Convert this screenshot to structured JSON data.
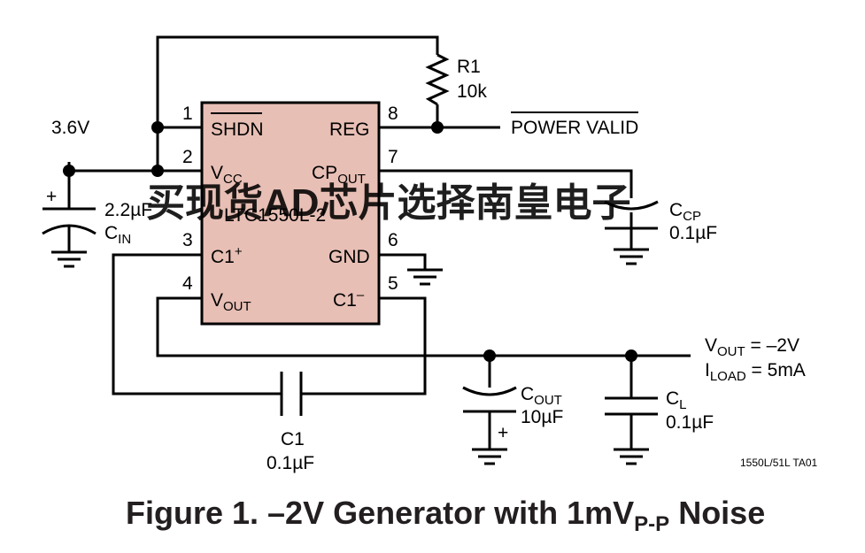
{
  "ic": {
    "name": "LTC1550L-2",
    "pins": {
      "p1": {
        "num": "1",
        "name": "SHDN"
      },
      "p2": {
        "num": "2",
        "name_main": "V",
        "name_sub": "CC"
      },
      "p3": {
        "num": "3",
        "name_main": "C1",
        "name_sup": "+"
      },
      "p4": {
        "num": "4",
        "name_main": "V",
        "name_sub": "OUT"
      },
      "p5": {
        "num": "5",
        "name_main": "C1",
        "name_sup": "–"
      },
      "p6": {
        "num": "6",
        "name": "GND"
      },
      "p7": {
        "num": "7",
        "name_main": "CP",
        "name_sub": "OUT"
      },
      "p8": {
        "num": "8",
        "name": "REG"
      }
    }
  },
  "supply": {
    "label": "3.6V"
  },
  "r1": {
    "name": "R1",
    "value": "10k"
  },
  "power_valid": "POWER VALID",
  "cin": {
    "value": "2.2µF",
    "name_main": "C",
    "name_sub": "IN",
    "plus": "+"
  },
  "ccp": {
    "name_main": "C",
    "name_sub": "CP",
    "value": "0.1µF"
  },
  "c1": {
    "name": "C1",
    "value": "0.1µF"
  },
  "cout": {
    "name_main": "C",
    "name_sub": "OUT",
    "value": "10µF",
    "plus": "+"
  },
  "cl": {
    "name_main": "C",
    "name_sub": "L",
    "value": "0.1µF"
  },
  "output": {
    "vout_main": "V",
    "vout_sub": "OUT",
    "vout_rest": " = –2V",
    "iload_main": "I",
    "iload_sub": "LOAD",
    "iload_rest": " = 5mA"
  },
  "code": "1550L/51L TA01",
  "watermark": "买现货AD芯片选择南皇电子",
  "caption": {
    "main": "Figure 1. –2V Generator with 1mV",
    "sub": "P-P",
    "tail": " Noise"
  }
}
